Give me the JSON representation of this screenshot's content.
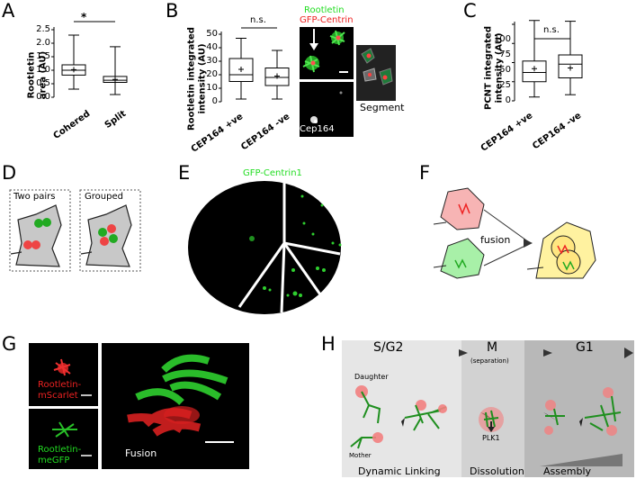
{
  "panels": {
    "A": {
      "letter": "A",
      "ylabel_line1": "Rootletin",
      "ylabel_line2": "area (AU)",
      "yticks": [
        "2.5",
        "2.0",
        "1.5",
        "1.0",
        "0.5",
        "0.0"
      ],
      "categories": [
        "Cohered",
        "Split"
      ],
      "significance": "*"
    },
    "B": {
      "letter": "B",
      "ylabel_line1": "Rootletin integrated",
      "ylabel_line2": "intensity (AU)",
      "yticks": [
        "50",
        "40",
        "30",
        "20",
        "10",
        "0"
      ],
      "categories": [
        "CEP164 +ve",
        "CEP164 -ve"
      ],
      "significance": "n.s.",
      "micro_label_rootletin": "Rootletin",
      "micro_label_centrin": "GFP-Centrin",
      "micro_label_cep164": "Cep164",
      "micro_label_segment": "Segment"
    },
    "C": {
      "letter": "C",
      "ylabel_line1": "PCNT integrated",
      "ylabel_line2": "intensity (AU)",
      "yticks": [
        "100",
        "75",
        "50",
        "25",
        "0"
      ],
      "categories": [
        "CEP164 +ve",
        "CEP164 -ve"
      ],
      "significance": "n.s."
    },
    "D": {
      "letter": "D",
      "box1_label": "Two pairs",
      "box2_label": "Grouped"
    },
    "E": {
      "letter": "E",
      "title": "GFP-Centrin1"
    },
    "F": {
      "letter": "F",
      "arrow_label": "fusion"
    },
    "G": {
      "letter": "G",
      "red_label_line1": "Rootletin-",
      "red_label_line2": "mScarlet",
      "green_label_line1": "Rootletin-",
      "green_label_line2": "meGFP",
      "fusion_label": "Fusion"
    },
    "H": {
      "letter": "H",
      "phase1": "S/G2",
      "phase2": "M",
      "phase2_sub": "(separation)",
      "phase3": "G1",
      "daughter": "Daughter",
      "mother": "Mother",
      "plk1": "PLK1",
      "bottom1": "Dynamic Linking",
      "bottom2": "Dissolution",
      "bottom3": "Assembly"
    }
  },
  "colors": {
    "green": "#22dd22",
    "red": "#ee2222",
    "cell_gray": "#c8c8c8"
  },
  "chart_data": [
    {
      "type": "box",
      "panel": "A",
      "categories": [
        "Cohered",
        "Split"
      ],
      "ylabel": "Rootletin area (AU)",
      "ylim": [
        0,
        2.5
      ],
      "boxes": [
        {
          "min": 0.3,
          "q1": 0.82,
          "median": 1.0,
          "q3": 1.2,
          "max": 2.3,
          "mean": 1.02
        },
        {
          "min": 0.1,
          "q1": 0.55,
          "median": 0.63,
          "q3": 0.77,
          "max": 1.87,
          "mean": 0.66
        }
      ]
    },
    {
      "type": "box",
      "panel": "B",
      "categories": [
        "CEP164 +ve",
        "CEP164 -ve"
      ],
      "ylabel": "Rootletin integrated intensity (AU)",
      "ylim": [
        0,
        50
      ],
      "boxes": [
        {
          "min": 2,
          "q1": 15,
          "median": 20,
          "q3": 32,
          "max": 47,
          "mean": 24
        },
        {
          "min": 2,
          "q1": 12,
          "median": 18,
          "q3": 25,
          "max": 38,
          "mean": 19
        }
      ]
    },
    {
      "type": "box",
      "panel": "C",
      "categories": [
        "CEP164 +ve",
        "CEP164 -ve"
      ],
      "ylabel": "PCNT integrated intensity (AU)",
      "ylim": [
        0,
        100
      ],
      "boxes": [
        {
          "min": 5,
          "q1": 25,
          "median": 37,
          "q3": 52,
          "max": 105,
          "mean": 42
        },
        {
          "min": 8,
          "q1": 30,
          "median": 48,
          "q3": 60,
          "max": 104,
          "mean": 43
        }
      ]
    }
  ]
}
